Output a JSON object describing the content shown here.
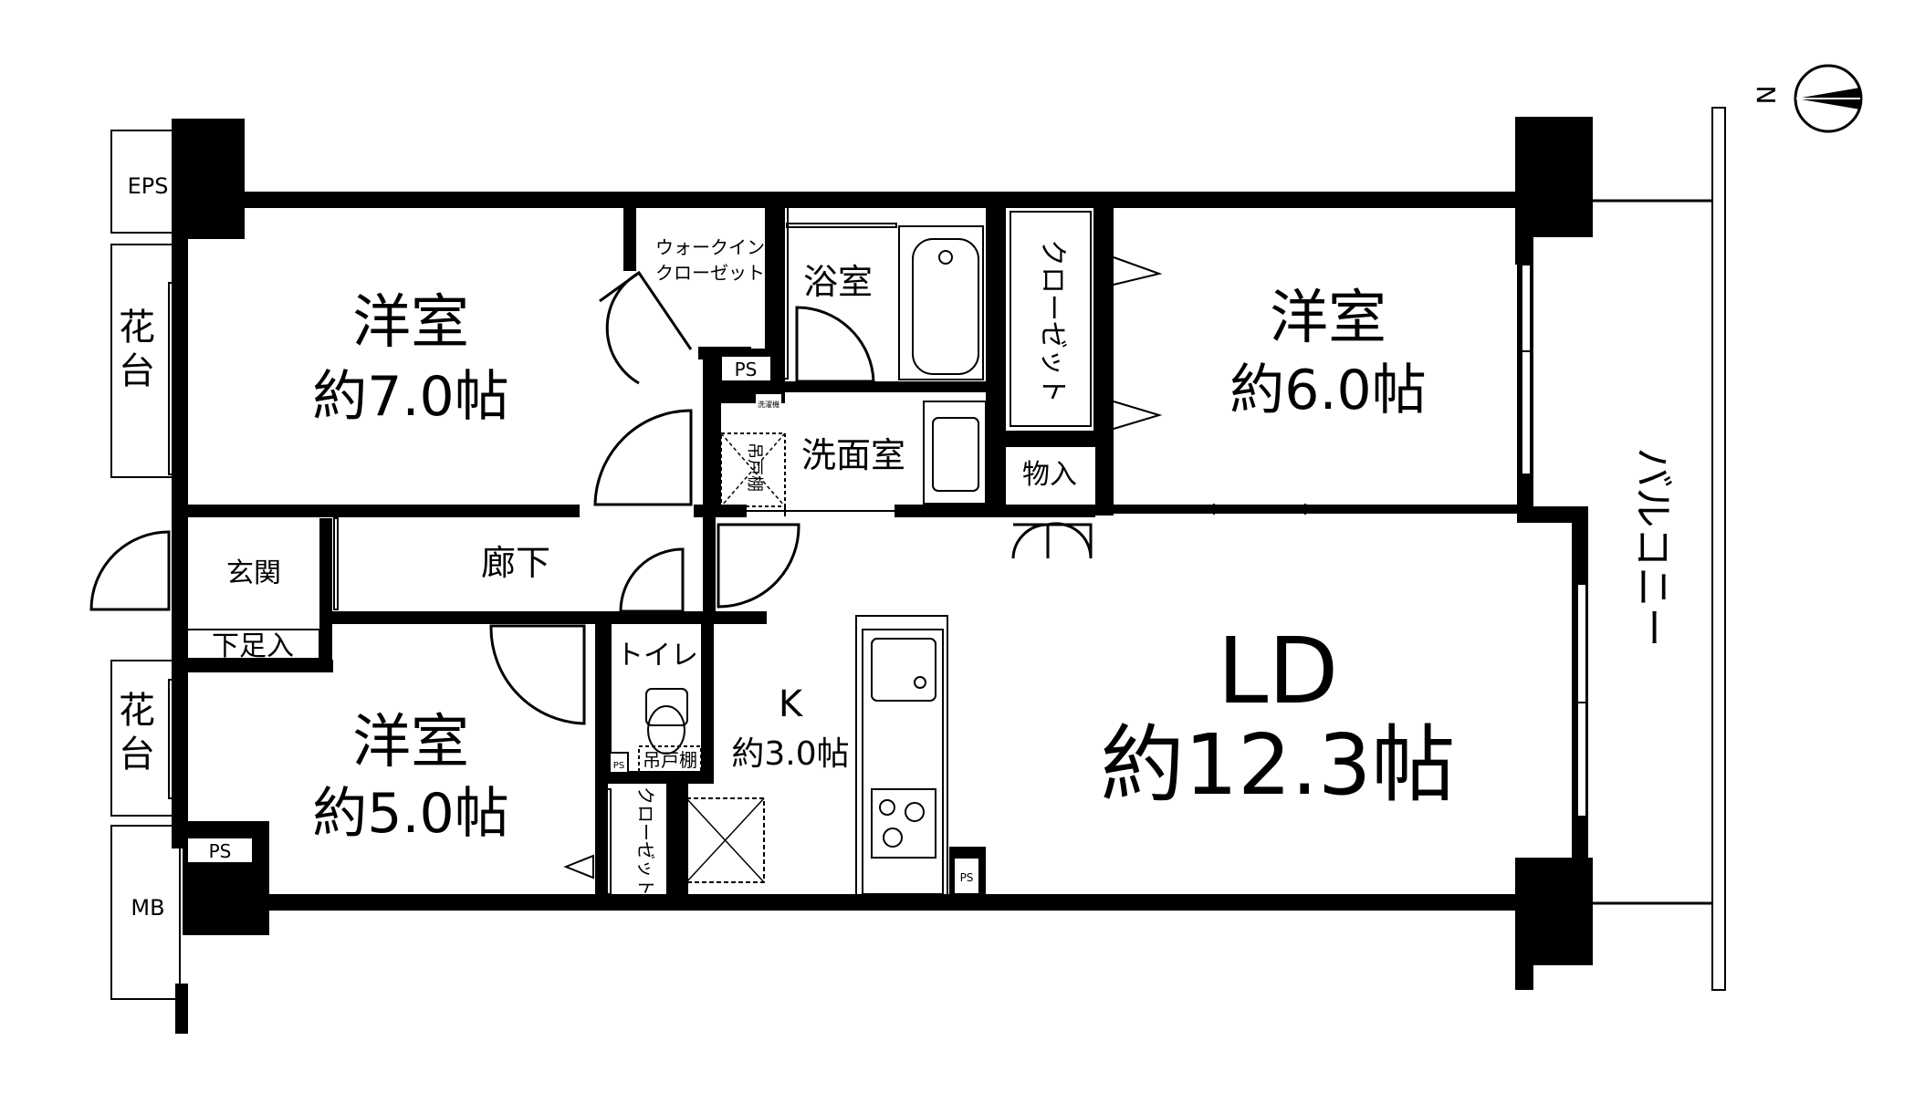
{
  "rooms": {
    "western_room_1": {
      "name": "洋室",
      "size": "約7.0帖"
    },
    "western_room_2": {
      "name": "洋室",
      "size": "約6.0帖"
    },
    "western_room_3": {
      "name": "洋室",
      "size": "約5.0帖"
    },
    "ld": {
      "name": "LD",
      "size": "約12.3帖"
    },
    "kitchen": {
      "name": "K",
      "size": "約3.0帖"
    },
    "walk_in_closet": {
      "line1": "ウォークイン",
      "line2": "クローゼット"
    },
    "bathroom": "浴室",
    "washroom": "洗面室",
    "closet_1": "クローゼット",
    "closet_2": "クローゼット",
    "storage": "物入",
    "entrance": "玄関",
    "hallway": "廊下",
    "shoe_box": "下足入",
    "toilet": "トイレ",
    "toilet_shelf": "吊戸棚",
    "wash_shelf": "吊戸棚",
    "washer": "洗濯機",
    "balcony": "バルコニー",
    "flower_bed_1": "花台",
    "flower_bed_2": "花台"
  },
  "labels": {
    "eps": "EPS",
    "mb": "MB",
    "ps_1": "PS",
    "ps_2": "PS",
    "ps_3": "PS",
    "ps_4": "PS"
  },
  "compass": {
    "label": "N"
  },
  "colors": {
    "wall": "#000000",
    "background": "#ffffff"
  }
}
